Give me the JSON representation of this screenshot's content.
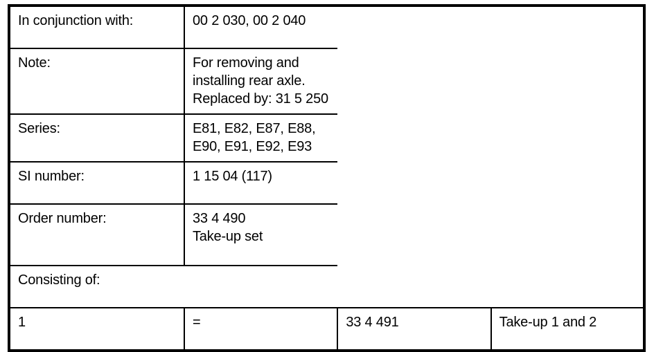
{
  "table": {
    "rows": [
      {
        "id": "in-conjunction-with",
        "label": "In conjunction with:",
        "value": "00 2 030, 00 2 040"
      },
      {
        "id": "note",
        "label": "Note:",
        "value": "For removing and installing rear axle. Replaced by: 31 5 250"
      },
      {
        "id": "series",
        "label": "Series:",
        "value": "E81, E82, E87, E88, E90, E91, E92, E93"
      },
      {
        "id": "si-number",
        "label": "SI number:",
        "value": "1 15 04 (117)"
      },
      {
        "id": "order-number",
        "label": "Order number:",
        "value_line1": "33 4 490",
        "value_line2": "Take-up set"
      },
      {
        "id": "consisting-of",
        "label": "Consisting of:"
      }
    ],
    "parts": [
      {
        "quantity": "1",
        "equals": "=",
        "part_number": "33 4 491",
        "description": "Take-up 1 and 2"
      }
    ]
  },
  "colors": {
    "border": "#000000",
    "text": "#000000",
    "background": "#ffffff"
  }
}
